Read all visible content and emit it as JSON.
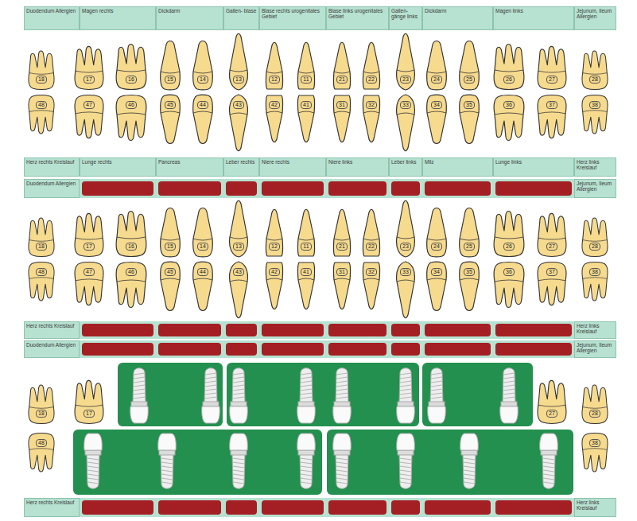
{
  "diagram": {
    "nodes": [
      {
        "text": [
          "Duodendum Allergien"
        ]
      },
      {
        "text": [
          "Magen rechts"
        ]
      },
      {
        "text": [
          "Dickdarm"
        ]
      },
      {
        "text": [
          "Gallen- blase"
        ]
      },
      {
        "text": [
          "Blase rechts urogenitales Gebiet"
        ]
      },
      {
        "text": [
          "Blase links urogenitales Gebiet"
        ]
      },
      {
        "text": [
          "Gallen- gänge links"
        ]
      },
      {
        "text": [
          "Dickdarm"
        ]
      },
      {
        "text": [
          "Magen links"
        ]
      },
      {
        "text": [
          "Jejunum, Ileum Allergien"
        ]
      },
      {
        "text": [
          "Herz rechts Kreislauf"
        ]
      },
      {
        "text": [
          "Lunge rechts"
        ]
      },
      {
        "text": [
          "Pancreas"
        ]
      },
      {
        "text": [
          "Leber rechts"
        ]
      },
      {
        "text": [
          "Niere rechts"
        ]
      },
      {
        "text": [
          "Niere links"
        ]
      },
      {
        "text": [
          "Leber links"
        ]
      },
      {
        "text": [
          "Milz"
        ]
      },
      {
        "text": [
          "Lunge links"
        ]
      },
      {
        "text": [
          "Herz links Kreislauf"
        ]
      },
      {
        "text": [
          "Duodendum Allergien"
        ]
      },
      {
        "text": [
          "Jejunum, Ileum Allergien"
        ]
      },
      {
        "text": [
          "Herz rechts Kreislauf"
        ]
      },
      {
        "text": [
          "Herz links Kreislauf"
        ]
      },
      {
        "text": [
          "Duodendum Allergien"
        ]
      },
      {
        "text": [
          "Jejunum, Ileum Allergien"
        ]
      },
      {
        "text": [
          "Herz rechts Kreislauf"
        ]
      },
      {
        "text": [
          "Herz links Kreislauf"
        ]
      }
    ],
    "labels": [
      "18",
      "17",
      "16",
      "15",
      "14",
      "13",
      "12",
      "11",
      "21",
      "22",
      "23",
      "24",
      "25",
      "26",
      "27",
      "28",
      "48",
      "47",
      "46",
      "45",
      "44",
      "43",
      "42",
      "41",
      "31",
      "32",
      "33",
      "34",
      "35",
      "36",
      "37",
      "38",
      "18",
      "17",
      "16",
      "15",
      "14",
      "13",
      "12",
      "11",
      "21",
      "22",
      "23",
      "24",
      "25",
      "26",
      "27",
      "28",
      "48",
      "47",
      "46",
      "45",
      "44",
      "43",
      "42",
      "41",
      "31",
      "32",
      "33",
      "34",
      "35",
      "36",
      "37",
      "38",
      "18",
      "17",
      "27",
      "28",
      "48",
      "38"
    ]
  }
}
